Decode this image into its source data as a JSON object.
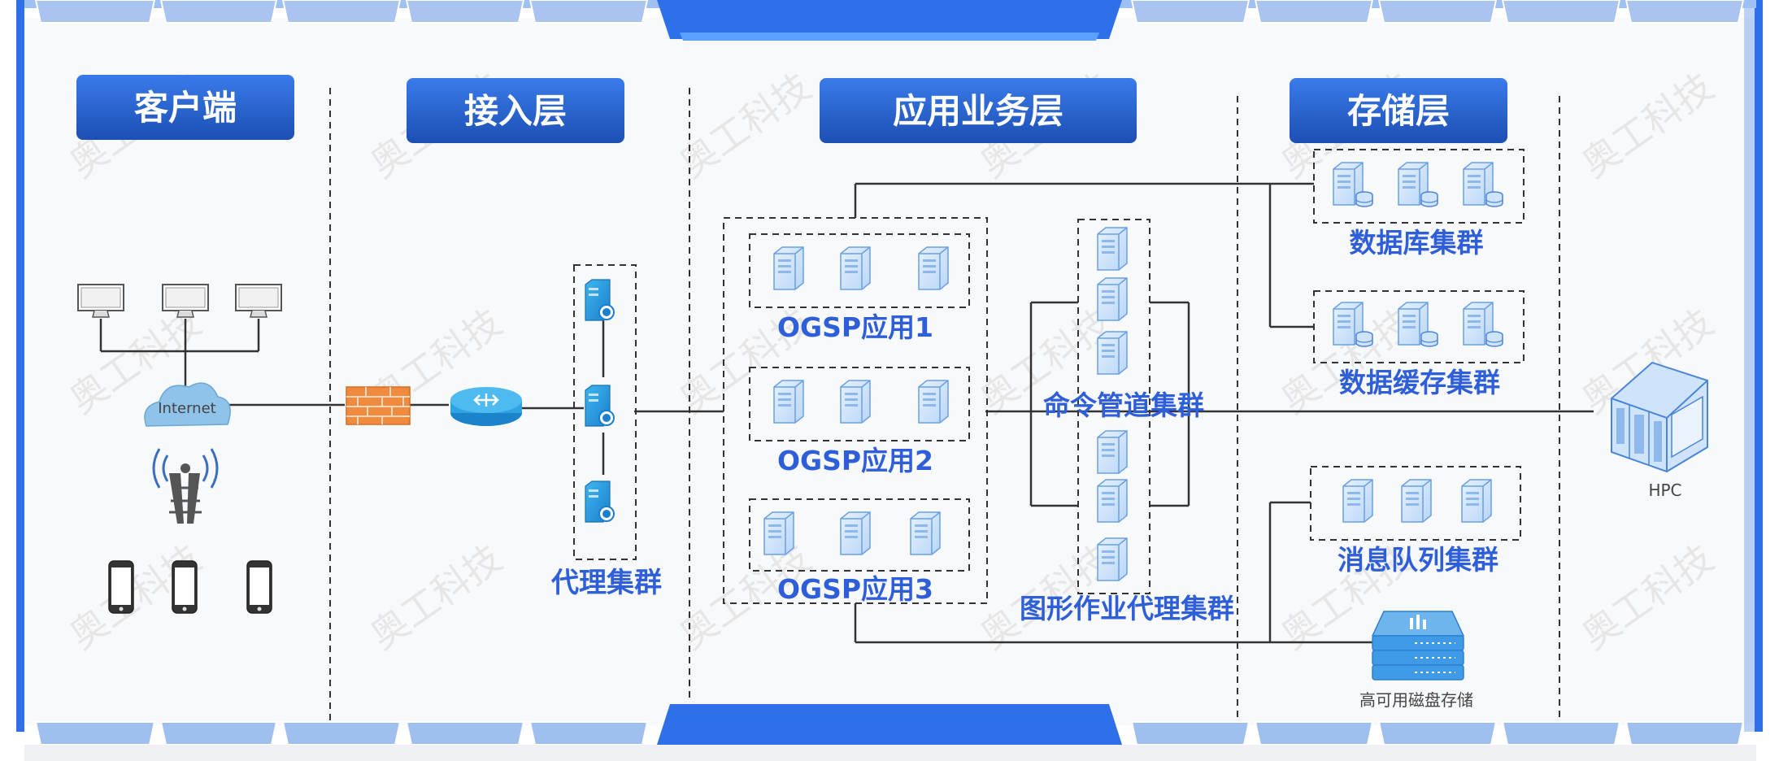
{
  "layers": {
    "client": "客户端",
    "access": "接入层",
    "application": "应用业务层",
    "storage": "存储层"
  },
  "labels": {
    "internet": "Internet",
    "proxy_cluster": "代理集群",
    "ogsp1": "OGSP应用1",
    "ogsp2": "OGSP应用2",
    "ogsp3": "OGSP应用3",
    "command_pipeline": "命令管道集群",
    "graphics_proxy": "图形作业代理集群",
    "db_cluster": "数据库集群",
    "cache_cluster": "数据缓存集群",
    "mq_cluster": "消息队列集群",
    "disk_storage": "高可用磁盘存储",
    "hpc": "HPC"
  },
  "watermark": "奥工科技",
  "colors": {
    "frame_blue": "#2f6fe8",
    "header_dark": "#1c4fb3",
    "header_light": "#3a7bea",
    "label_blue": "#2f5fd8",
    "server_fill": "#cfe3fb",
    "server_stroke": "#6aa0e6",
    "firewall": "#f08a3e",
    "router": "#2fa3e0"
  },
  "icons": {
    "desktop": "desktop-icon",
    "phone": "phone-icon",
    "tower": "signal-tower-icon",
    "cloud": "cloud-icon",
    "firewall": "firewall-icon",
    "router": "router-icon",
    "server": "server-icon",
    "db_server": "database-server-icon",
    "storage": "disk-storage-icon",
    "hpc": "hpc-cabinet-icon"
  }
}
